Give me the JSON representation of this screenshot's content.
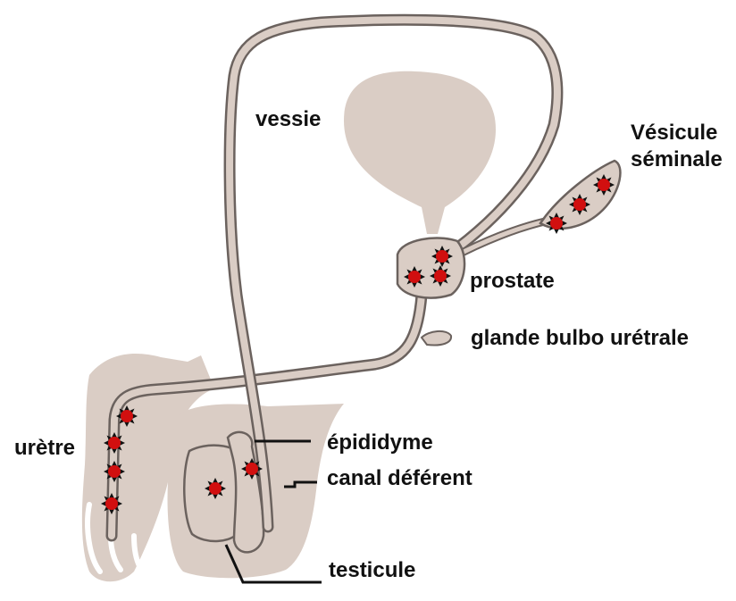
{
  "labels": {
    "vessie": "vessie",
    "vesicule_line1": "Vésicule",
    "vesicule_line2": "séminale",
    "prostate": "prostate",
    "glande": "glande bulbo urétrale",
    "uretre": "urètre",
    "epididyme": "épididyme",
    "canal": "canal déférent",
    "testicule": "testicule"
  },
  "colors": {
    "tissue": "#dacdc5",
    "outline": "#6b625e",
    "marker": "#d10f0f",
    "leader": "#111111"
  }
}
